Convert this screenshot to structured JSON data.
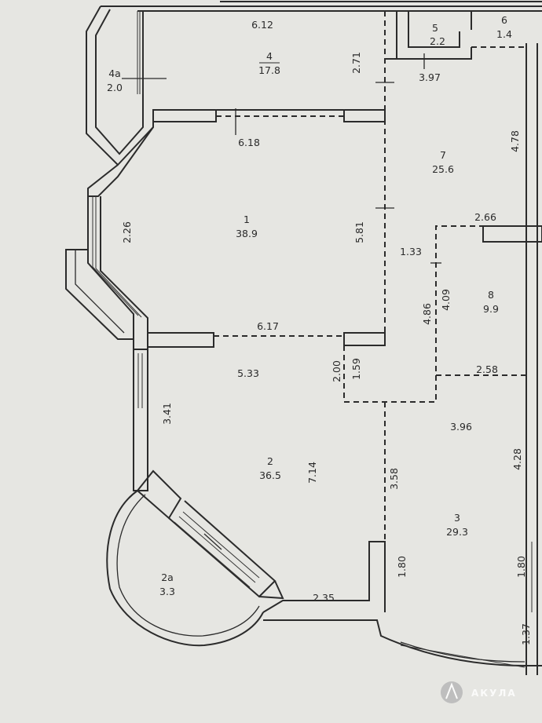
{
  "rooms": [
    {
      "id": "r4",
      "number": "4",
      "area": "17.8"
    },
    {
      "id": "r4a",
      "number": "4а",
      "area": "2.0"
    },
    {
      "id": "r5",
      "number": "5",
      "area": "2.2"
    },
    {
      "id": "r6",
      "number": "6",
      "area": "1.4"
    },
    {
      "id": "r7",
      "number": "7",
      "area": "25.6"
    },
    {
      "id": "r1",
      "number": "1",
      "area": "38.9"
    },
    {
      "id": "r8",
      "number": "8",
      "area": "9.9"
    },
    {
      "id": "r2",
      "number": "2",
      "area": "36.5"
    },
    {
      "id": "r3",
      "number": "3",
      "area": "29.3"
    },
    {
      "id": "r2a",
      "number": "2а",
      "area": "3.3"
    }
  ],
  "dimensions": {
    "d_6_12": "6.12",
    "d_2_71": "2.71",
    "d_3_97": "3.97",
    "d_4_78": "4.78",
    "d_6_18": "6.18",
    "d_2_26": "2.26",
    "d_5_81": "5.81",
    "d_2_66": "2.66",
    "d_1_33": "1.33",
    "d_4_86": "4.86",
    "d_4_09": "4.09",
    "d_6_17": "6.17",
    "d_5_33": "5.33",
    "d_2_00": "2.00",
    "d_1_59": "1.59",
    "d_2_58": "2.58",
    "d_3_41": "3.41",
    "d_3_96": "3.96",
    "d_7_14": "7.14",
    "d_3_58": "3.58",
    "d_4_28": "4.28",
    "d_1_80a": "1.80",
    "d_1_80b": "1.80",
    "d_2_35": "2.35",
    "d_1_37": "1.37"
  },
  "watermark": "АКУЛА",
  "colors": {
    "background": "#e6e6e2",
    "ink": "#2b2b2b",
    "watermark_circle": "#b8b8b8"
  }
}
